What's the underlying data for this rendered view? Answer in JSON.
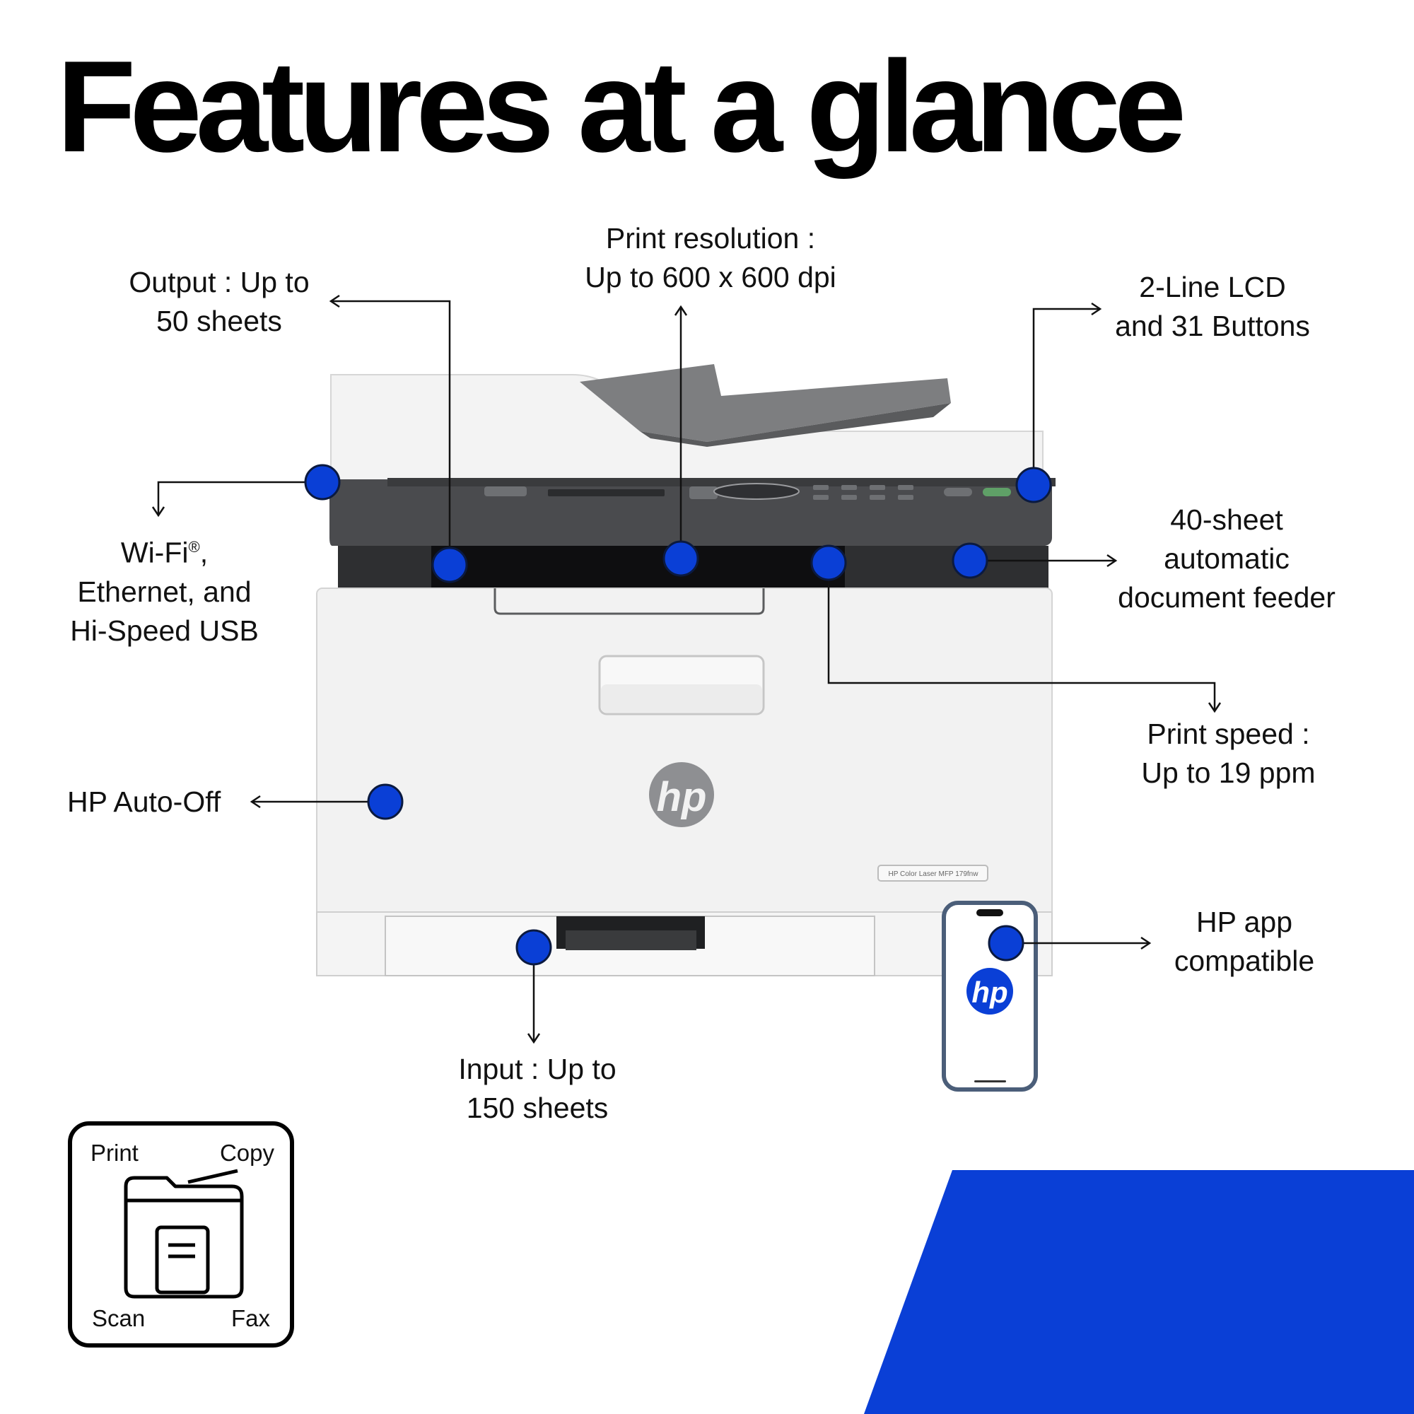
{
  "title": "Features at a glance",
  "features": {
    "output": {
      "line1": "Output : Up to",
      "line2": "50 sheets"
    },
    "resolution": {
      "line1": "Print resolution :",
      "line2": "Up to 600 x 600 dpi"
    },
    "lcd": {
      "line1": "2-Line LCD",
      "line2": "and 31 Buttons"
    },
    "connectivity": {
      "line1a": "Wi-Fi",
      "line1_mark": "®",
      "line1b": ",",
      "line2": "Ethernet, and",
      "line3": "Hi-Speed USB"
    },
    "adf": {
      "line1": "40-sheet",
      "line2": "automatic",
      "line3": "document feeder"
    },
    "speed": {
      "line1": "Print speed :",
      "line2": "Up to 19 ppm"
    },
    "auto_off": {
      "line1": "HP Auto-Off"
    },
    "app": {
      "line1": "HP app",
      "line2": "compatible"
    },
    "input": {
      "line1": "Input : Up to",
      "line2": "150 sheets"
    }
  },
  "functions_panel": {
    "print": "Print",
    "copy": "Copy",
    "scan": "Scan",
    "fax": "Fax"
  },
  "printer": {
    "logo": "hp",
    "model_label": "HP Color Laser MFP 179fnw"
  },
  "phone": {
    "logo": "hp"
  },
  "colors": {
    "accent_blue": "#0a3fd6",
    "dark_gray": "#4a4b4e",
    "light_body": "#f2f2f2"
  }
}
